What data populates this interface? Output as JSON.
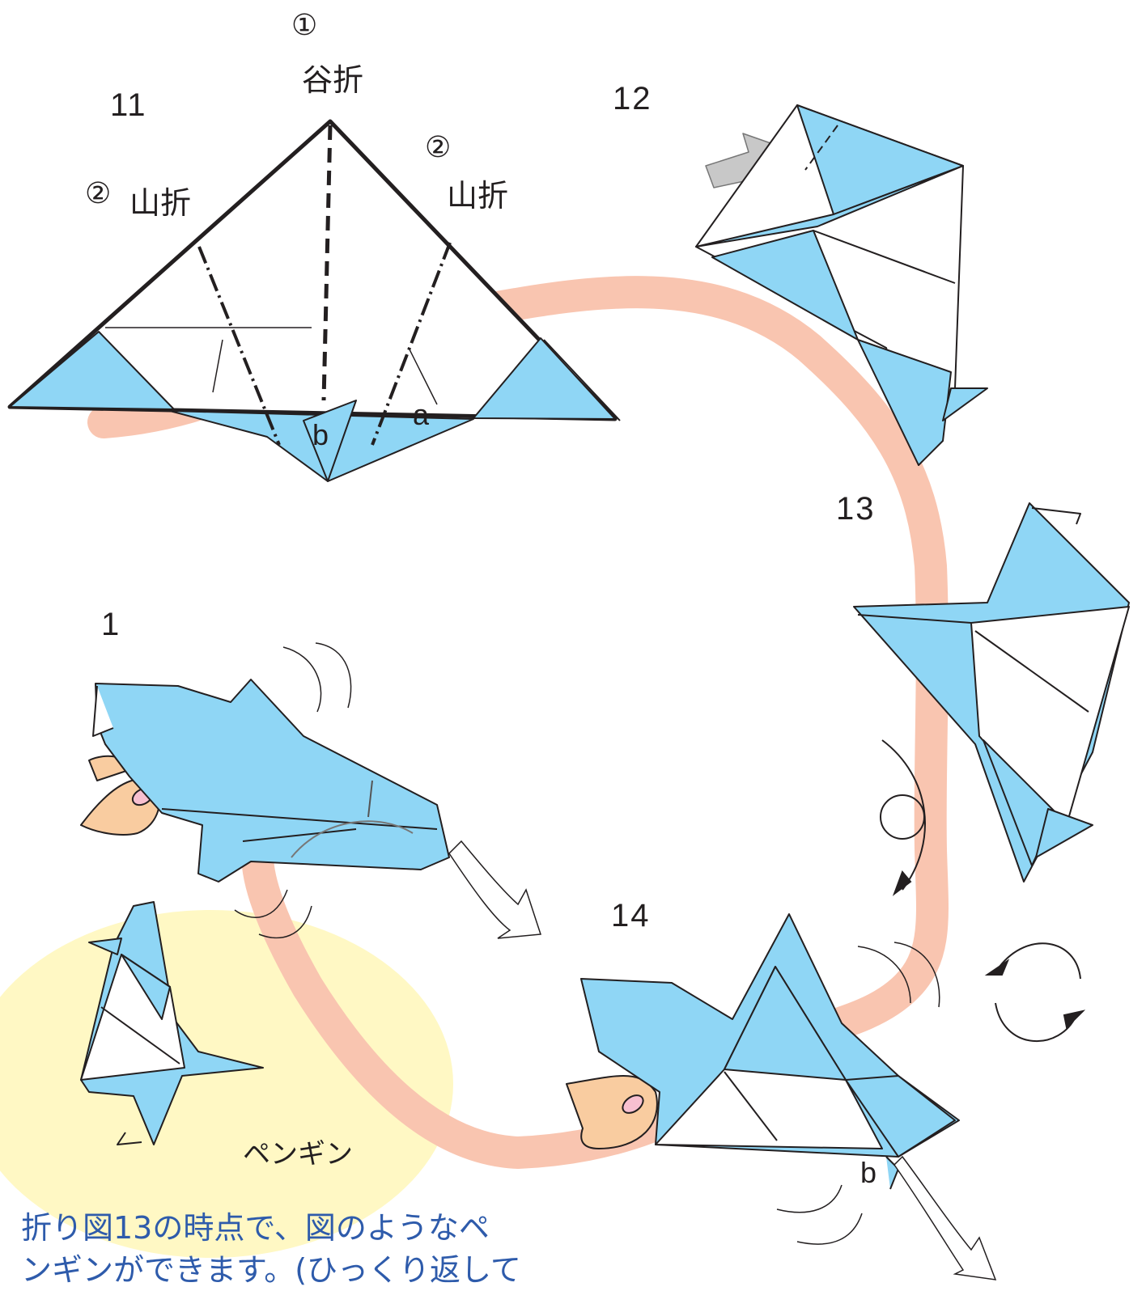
{
  "steps": {
    "s11": "11",
    "s12": "12",
    "s13": "13",
    "s14": "14",
    "s1": "1"
  },
  "fold_labels": {
    "mark1": "①",
    "valley": "谷折",
    "mark2_left": "②",
    "mountain_left": "山折",
    "mark2_right": "②",
    "mountain_right": "山折"
  },
  "point_labels": {
    "a": "a",
    "b": "b",
    "b2": "b"
  },
  "penguin_label": "ペンギン",
  "caption": {
    "line1": "折り図13の時点で、図のようなペ",
    "line2": "ンギンができます。(ひっくり返して"
  },
  "colors": {
    "paper_blue": "#8fd6f5",
    "line": "#231f20",
    "path_pink": "#f9c5b0",
    "penguin_glow": "#fff8c4",
    "hand_skin": "#f9cca0",
    "nail_pink": "#f8c0d0",
    "arrow_gray": "#c8c8c8",
    "caption_blue": "#2e5bab"
  },
  "icons": [
    "turn-over-icon",
    "rotate-arrow-icon",
    "move-arrow-icon",
    "hand-icon"
  ]
}
